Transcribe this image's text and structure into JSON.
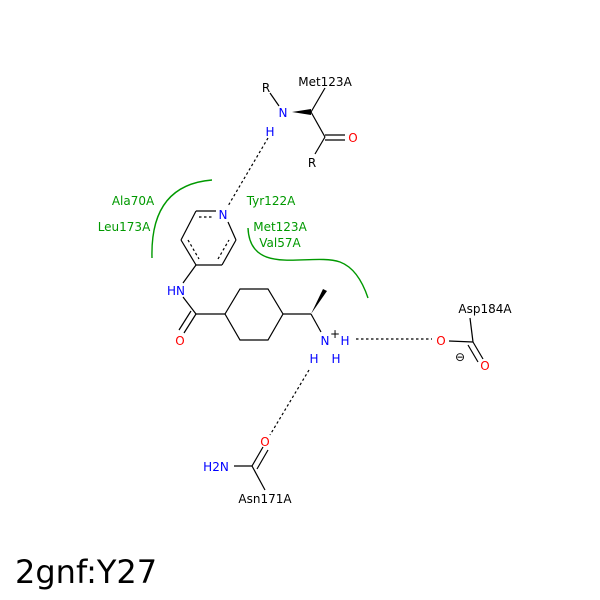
{
  "title": "2gnf:Y27",
  "colors": {
    "carbon": "#000000",
    "nitrogen": "#0000ff",
    "oxygen": "#ff0000",
    "residue_label": "#009900",
    "hydrophobic_arc": "#009900"
  },
  "atoms": {
    "pyridine_n": "N",
    "amide_nh": "HN",
    "amide_o": "O",
    "ammonium_n": "N",
    "ammonium_charge": "+",
    "ammonium_h_right": "H",
    "ammonium_h_bottom_left": "H",
    "ammonium_h_bottom_right": "H"
  },
  "residues": {
    "met123_backbone": {
      "label": "Met123A",
      "r_top": "R",
      "n": "N",
      "h": "H",
      "o": "O",
      "r_bottom": "R"
    },
    "asp184": {
      "label": "Asp184A",
      "o1": "O",
      "o2": "O",
      "charge": "⊖"
    },
    "asn171": {
      "label": "Asn171A",
      "nh2": "H2N",
      "o": "O"
    }
  },
  "hydrophobic_contacts": {
    "left": [
      "Ala70A",
      "Leu173A"
    ],
    "center": [
      "Tyr122A"
    ],
    "right": [
      "Met123A",
      "Val57A"
    ]
  }
}
